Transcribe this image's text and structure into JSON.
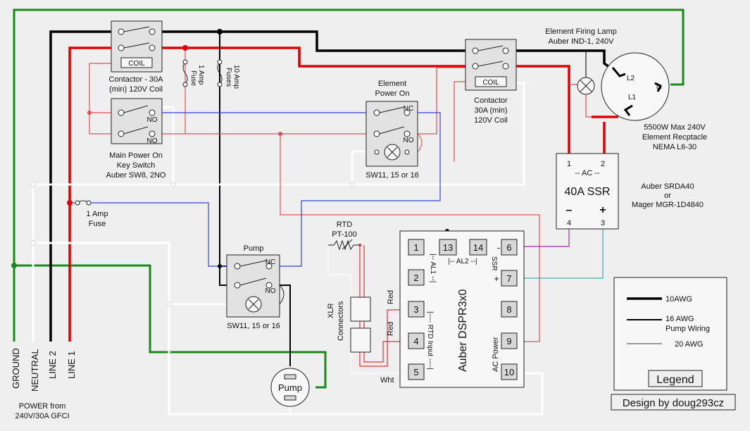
{
  "power": {
    "ground": "GROUND",
    "neutral": "NEUTRAL",
    "line2": "LINE 2",
    "line1": "LINE 1",
    "source_line1": "POWER from",
    "source_line2": "240V/30A GFCI"
  },
  "contactor1": {
    "coil": "COIL",
    "label_line1": "Contactor - 30A",
    "label_line2": "(min) 120V Coil"
  },
  "contactor2": {
    "coil": "COIL",
    "label_line1": "Contactor",
    "label_line2": "30A (min)",
    "label_line3": "120V Coil"
  },
  "key_switch": {
    "no1": "NO",
    "no2": "NO",
    "label_line1": "Main Power On",
    "label_line2": "Key Switch",
    "label_line3": "Auber SW8, 2NO"
  },
  "fuses": {
    "fuse_1a_line1": "1 Amp",
    "fuse_1a_line2": "Fuse",
    "fuse_10a_line1": "10 Amp",
    "fuse_10a_line2": "Fuses",
    "fuse_pump_line1": "1 Amp",
    "fuse_pump_line2": "Fuse"
  },
  "element_switch": {
    "title_line1": "Element",
    "title_line2": "Power On",
    "nc": "NC",
    "no": "NO",
    "label": "SW11, 15 or 16"
  },
  "pump_switch": {
    "title": "Pump",
    "nc": "NC",
    "no": "NO",
    "label": "SW11, 15 or 16"
  },
  "lamp": {
    "label_line1": "Element Firing Lamp",
    "label_line2": "Auber IND-1, 240V"
  },
  "receptacle": {
    "l2": "L2",
    "l1": "L1",
    "g": "G",
    "label_line1": "5500W Max 240V",
    "label_line2": "Element Recptacle",
    "label_line3": "NEMA L6-30"
  },
  "ssr": {
    "t1": "1",
    "t2": "2",
    "ac": "-- AC --",
    "name": "40A SSR",
    "minus": "–",
    "plus": "+",
    "t4": "4",
    "t3": "3",
    "model_line1": "Auber SRDA40",
    "model_line2": "or",
    "model_line3": "Mager MGR-1D4840"
  },
  "rtd": {
    "label_line1": "RTD",
    "label_line2": "PT-100",
    "red1": "Red",
    "red2": "Red",
    "wht": "Wht",
    "xlr_line1": "XLR",
    "xlr_line2": "Connectors"
  },
  "controller": {
    "name": "Auber DSPR3x0",
    "al1": "|-- AL1 --|",
    "al2": "|-- AL2 --|",
    "ssr": "SSR",
    "ssr_minus": "-",
    "ssr_plus": "+",
    "rtd_input": "|---- RTD Input ----|",
    "ac_power": "AC Power",
    "terminals": [
      "1",
      "2",
      "3",
      "4",
      "5",
      "13",
      "14",
      "6",
      "7",
      "8",
      "9",
      "10"
    ]
  },
  "pump": {
    "label": "Pump"
  },
  "legend": {
    "item1": "10AWG",
    "item2_line1": "16 AWG",
    "item2_line2": "Pump Wiring",
    "item3": "20 AWG",
    "title": "Legend"
  },
  "credit": "Design by doug293cz",
  "colors": {
    "ground": "#1a8a1a",
    "line1": "#e00000",
    "line2": "#000000",
    "neutral": "#ffffff",
    "signal": "#3344cc",
    "ssr_minus": "#993399",
    "ssr_plus": "#44aaaa",
    "thin_red": "#dd3333"
  }
}
